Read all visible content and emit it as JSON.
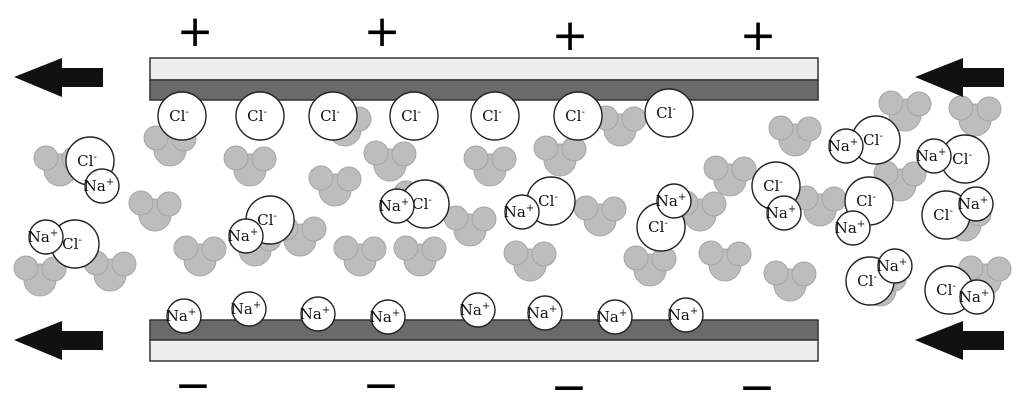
{
  "labels": {
    "plus": "+",
    "minus": "−",
    "cl": "Cl",
    "na": "Na",
    "cl_charge": "-",
    "na_charge": "+"
  },
  "colors": {
    "plate_dark": "#6a6a6a",
    "plate_light": "#eeeeee",
    "water": "#bdbdbd",
    "arrow": "#111111",
    "ion_fill": "#ffffff",
    "ion_stroke": "#222222"
  },
  "icons": [
    "left-arrow-icon",
    "water-molecule-icon",
    "chloride-ion-icon",
    "sodium-ion-icon"
  ],
  "counts": {
    "plus_signs": 4,
    "minus_signs": 4,
    "adsorbed_cl_on_top_plate": 7,
    "adsorbed_na_on_bottom_plate": 8,
    "arrows": 4
  }
}
